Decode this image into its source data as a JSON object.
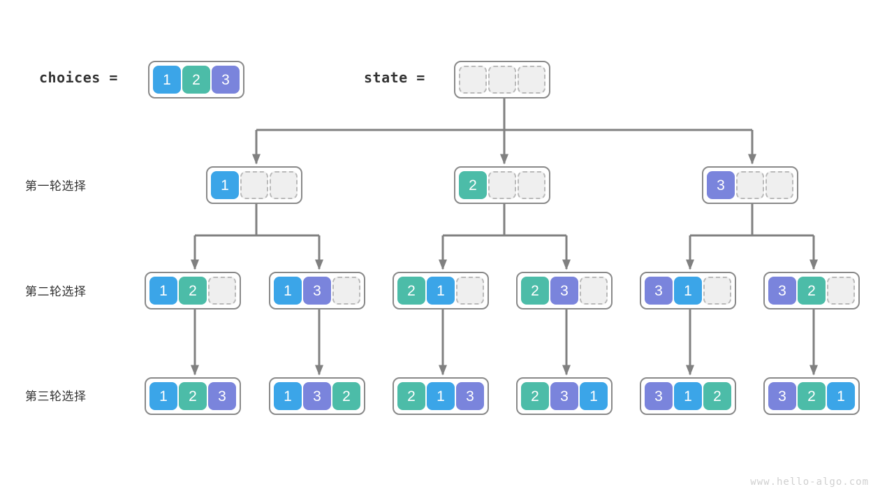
{
  "page": {
    "watermark": "www.hello-algo.com",
    "background": "#ffffff"
  },
  "palette": {
    "value_1": "#3ba5e8",
    "value_2": "#4cbca8",
    "value_3": "#7a84dc",
    "empty_fill": "#efefef",
    "empty_border": "#b9b9b9",
    "node_border": "#898989",
    "edge": "#808080",
    "text": "#333333",
    "watermark": "#d0d0d0"
  },
  "header": {
    "choices_label": "choices =",
    "choices_values": [
      "1",
      "2",
      "3"
    ],
    "state_label": "state =",
    "state_values": [
      "",
      "",
      ""
    ]
  },
  "row_labels": [
    "第一轮选择",
    "第二轮选择",
    "第三轮选择"
  ],
  "tree": {
    "level1": [
      {
        "values": [
          "1",
          "",
          ""
        ]
      },
      {
        "values": [
          "2",
          "",
          ""
        ]
      },
      {
        "values": [
          "3",
          "",
          ""
        ]
      }
    ],
    "level2": [
      {
        "values": [
          "1",
          "2",
          ""
        ]
      },
      {
        "values": [
          "1",
          "3",
          ""
        ]
      },
      {
        "values": [
          "2",
          "1",
          ""
        ]
      },
      {
        "values": [
          "2",
          "3",
          ""
        ]
      },
      {
        "values": [
          "3",
          "1",
          ""
        ]
      },
      {
        "values": [
          "3",
          "2",
          ""
        ]
      }
    ],
    "level3": [
      {
        "values": [
          "1",
          "2",
          "3"
        ]
      },
      {
        "values": [
          "1",
          "3",
          "2"
        ]
      },
      {
        "values": [
          "2",
          "1",
          "3"
        ]
      },
      {
        "values": [
          "2",
          "3",
          "1"
        ]
      },
      {
        "values": [
          "3",
          "1",
          "2"
        ]
      },
      {
        "values": [
          "3",
          "2",
          "1"
        ]
      }
    ]
  }
}
